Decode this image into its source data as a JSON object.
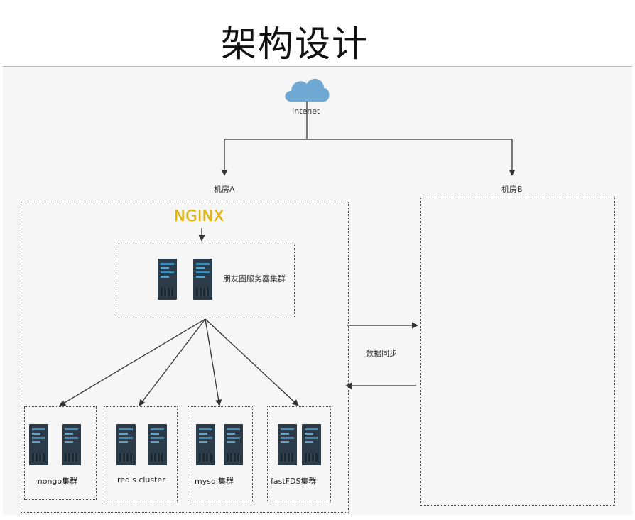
{
  "title": "架构设计",
  "internet": {
    "label": "Intenet"
  },
  "room_a": {
    "label": "机房A"
  },
  "room_b": {
    "label": "机房B"
  },
  "nginx": {
    "label": "NGINX"
  },
  "moments_cluster": {
    "label": "朋友圈服务器集群"
  },
  "sync": {
    "label": "数据同步"
  },
  "clusters": [
    {
      "label": "mongo集群"
    },
    {
      "label": "redis cluster"
    },
    {
      "label": "mysql集群"
    },
    {
      "label": "fastFDS集群"
    }
  ],
  "colors": {
    "cloud": "#6fa8d3",
    "nginx": "#e2b400",
    "server_body": "#2b3b47",
    "server_led": "#3f8ab6"
  }
}
